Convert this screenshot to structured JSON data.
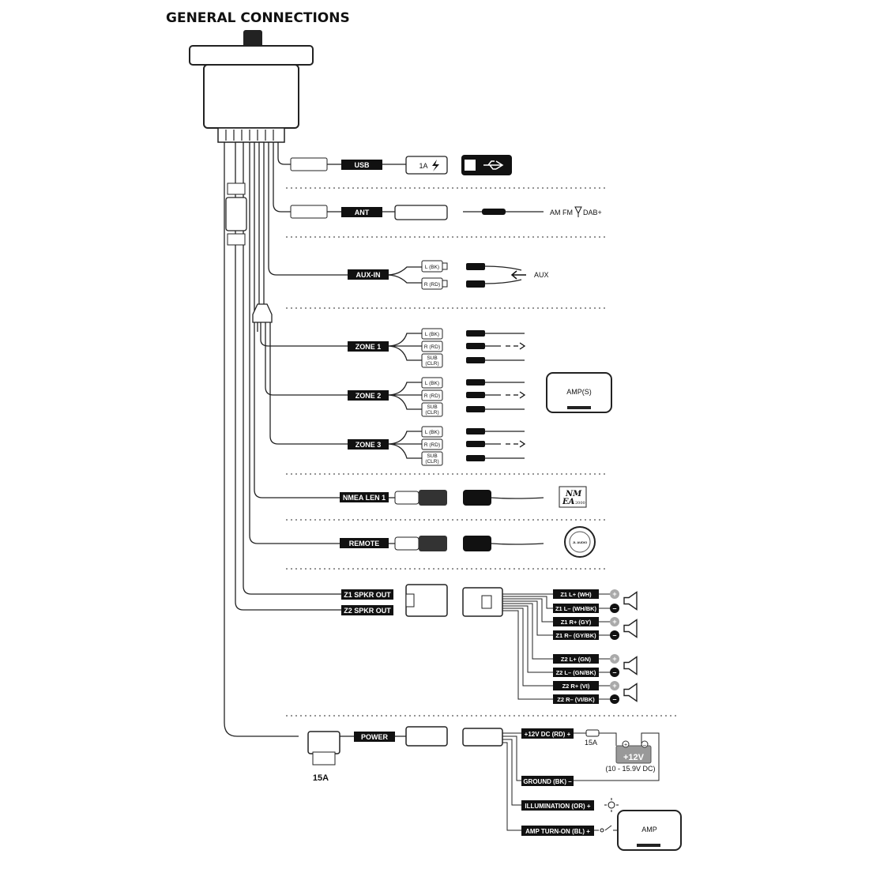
{
  "title": "GENERAL CONNECTIONS",
  "harness_labels": {
    "usb": "USB",
    "ant": "ANT",
    "aux": "AUX-IN",
    "zone1": "ZONE 1",
    "zone2": "ZONE 2",
    "zone3": "ZONE 3",
    "nmea": "NMEA LEN 1",
    "remote": "REMOTE",
    "z1spk": "Z1 SPKR OUT",
    "z2spk": "Z2 SPKR OUT",
    "power": "POWER"
  },
  "usb": {
    "rating": "1A"
  },
  "antenna": {
    "bands": "AM FM",
    "dab": "DAB+"
  },
  "aux": {
    "left": "L (BK)",
    "right": "R (RD)",
    "source": "AUX"
  },
  "rca": {
    "left": "L (BK)",
    "right": "R (RD)",
    "sub1": "SUB",
    "sub2": "(CLR)"
  },
  "amps_label": "AMP(S)",
  "nmea_logo": {
    "line1": "NM",
    "line2": "EA",
    "line3": "2000"
  },
  "remote_logo": "JL AUDIO",
  "speaker_wires": [
    {
      "label": "Z1 L+ (WH)",
      "polarity": "+"
    },
    {
      "label": "Z1 L– (WH/BK)",
      "polarity": "–"
    },
    {
      "label": "Z1 R+ (GY)",
      "polarity": "+"
    },
    {
      "label": "Z1 R– (GY/BK)",
      "polarity": "–"
    },
    {
      "label": "Z2 L+ (GN)",
      "polarity": "+"
    },
    {
      "label": "Z2 L– (GN/BK)",
      "polarity": "–"
    },
    {
      "label": "Z2 R+ (VI)",
      "polarity": "+"
    },
    {
      "label": "Z2 R– (VI/BK)",
      "polarity": "–"
    }
  ],
  "power_wires": {
    "plus12": "+12V DC (RD) +",
    "ground": "GROUND (BK) –",
    "illumination": "ILLUMINATION (OR) +",
    "amp_turn_on": "AMP TURN-ON (BL) +"
  },
  "fuse_rating": "15A",
  "inline_fuse_rating": "15A",
  "battery": {
    "voltage": "+12V",
    "range": "(10 - 15.9V DC)",
    "pos": "+",
    "neg": "–"
  },
  "amp_label": "AMP"
}
